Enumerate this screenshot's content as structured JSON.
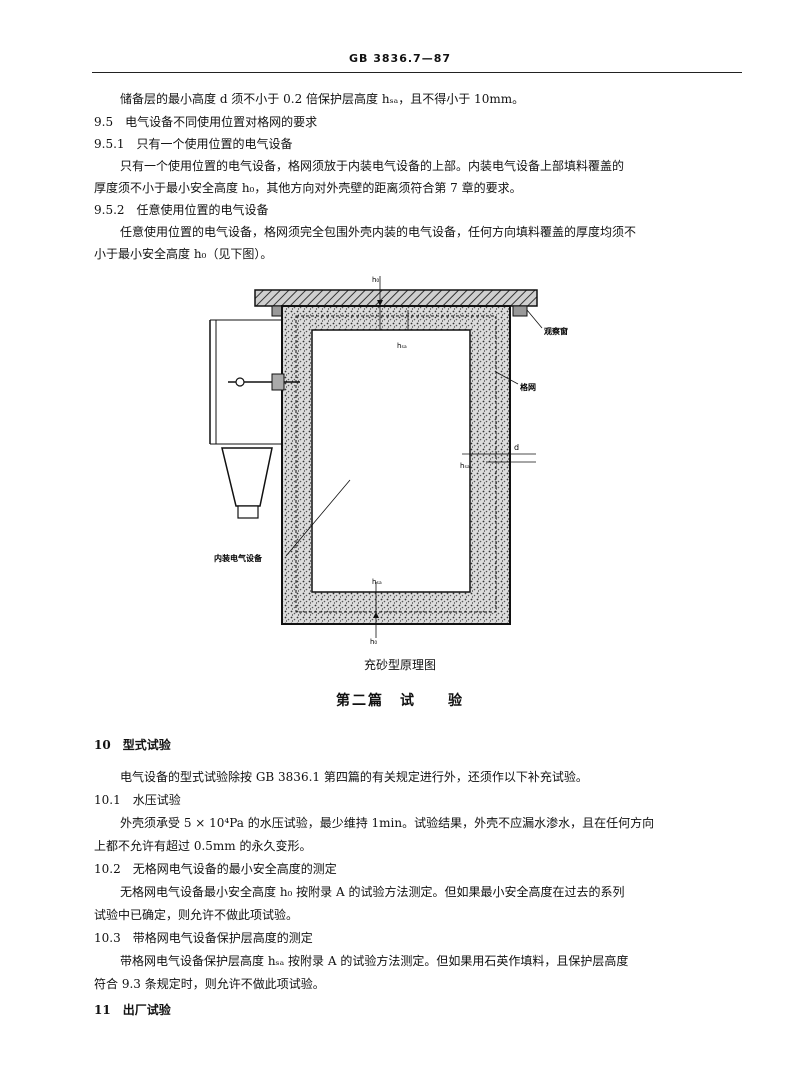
{
  "header": {
    "standard": "GB 3836.7—87"
  },
  "lines": {
    "l1": "储备层的最小高度 d 须不小于 0.2 倍保护层高度 hₛₐ，且不得小于 10mm。",
    "s95": "9.5　电气设备不同使用位置对格网的要求",
    "s951": "9.5.1　只有一个使用位置的电气设备",
    "p951a": "只有一个使用位置的电气设备，格网须放于内装电气设备的上部。内装电气设备上部填料覆盖的",
    "p951b": "厚度须不小于最小安全高度 h₀，其他方向对外壳壁的距离须符合第 7 章的要求。",
    "s952": "9.5.2　任意使用位置的电气设备",
    "p952a": "任意使用位置的电气设备，格网须完全包围外壳内装的电气设备，任何方向填料覆盖的厚度均须不",
    "p952b": "小于最小安全高度 h₀（见下图）。"
  },
  "figure": {
    "caption": "充砂型原理图",
    "label_window": "观察窗",
    "label_grid": "格网",
    "label_equipment": "内装电气设备",
    "label_h0": "h₀",
    "label_hsa": "hₛₐ",
    "label_d": "d"
  },
  "part2": {
    "title": "第二篇　试　　验"
  },
  "sections": {
    "s10": "10　型式试验",
    "p10": "电气设备的型式试验除按 GB 3836.1 第四篇的有关规定进行外，还须作以下补充试验。",
    "s101": "10.1　水压试验",
    "p101a": "外壳须承受 5 × 10⁴Pa 的水压试验，最少维持 1min。试验结果，外壳不应漏水渗水，且在任何方向",
    "p101b": "上都不允许有超过 0.5mm 的永久变形。",
    "s102": "10.2　无格网电气设备的最小安全高度的测定",
    "p102a": "无格网电气设备最小安全高度 h₀ 按附录 A 的试验方法测定。但如果最小安全高度在过去的系列",
    "p102b": "试验中已确定，则允许不做此项试验。",
    "s103": "10.3　带格网电气设备保护层高度的测定",
    "p103a": "带格网电气设备保护层高度 hₛₐ 按附录 A 的试验方法测定。但如果用石英作填料，且保护层高度",
    "p103b": "符合 9.3 条规定时，则允许不做此项试验。",
    "s11": "11　出厂试验"
  }
}
